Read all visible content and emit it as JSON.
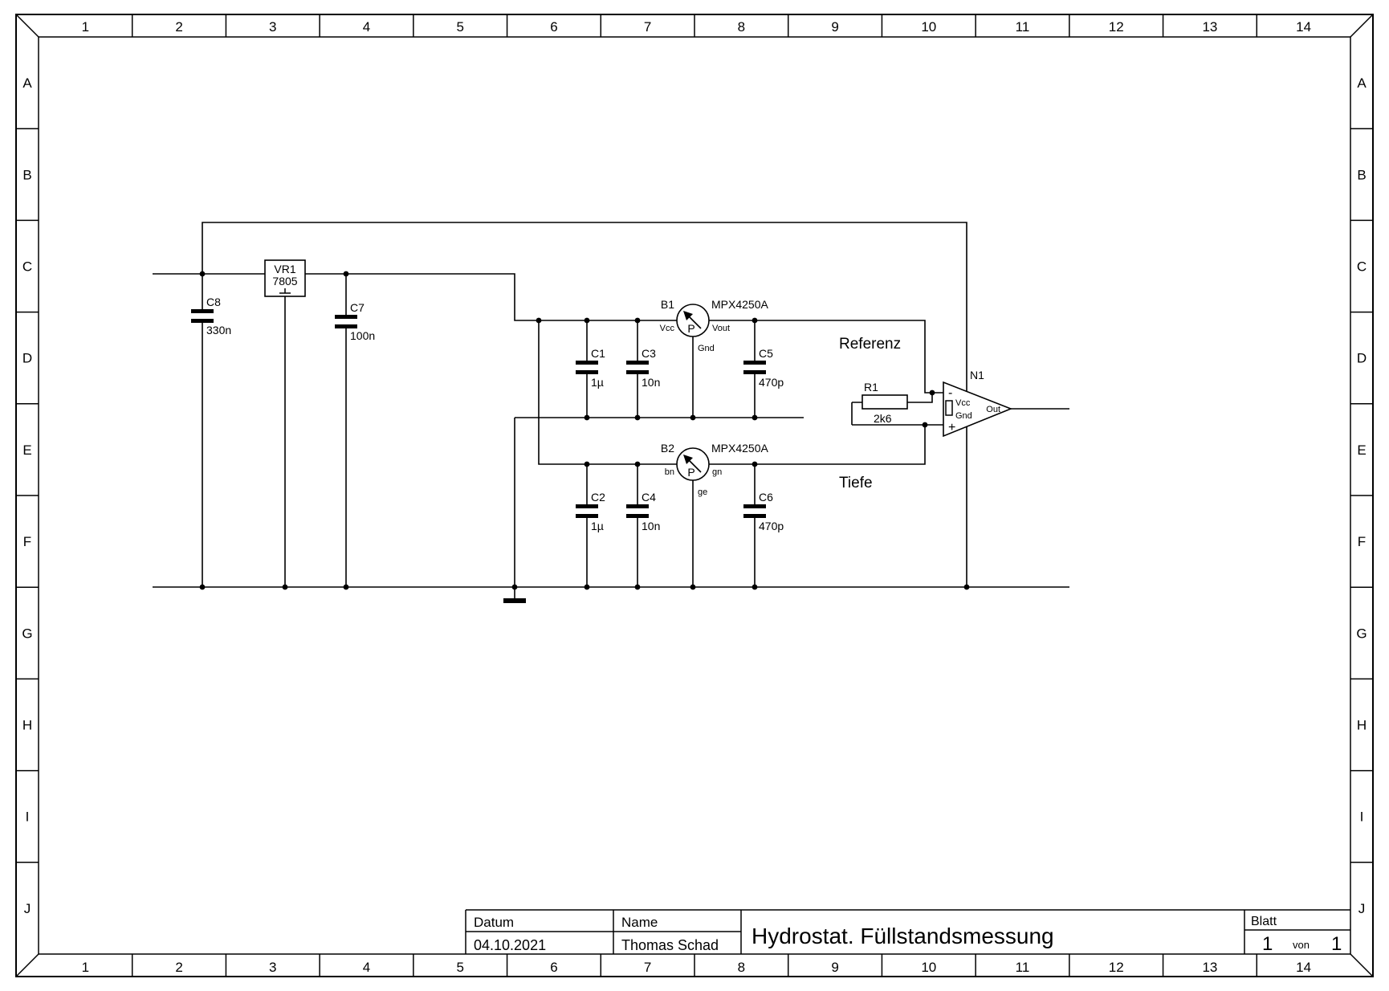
{
  "document": {
    "type": "circuit-schematic"
  },
  "frame": {
    "columns": [
      "1",
      "2",
      "3",
      "4",
      "5",
      "6",
      "7",
      "8",
      "9",
      "10",
      "11",
      "12",
      "13",
      "14"
    ],
    "rows": [
      "A",
      "B",
      "C",
      "D",
      "E",
      "F",
      "G",
      "H",
      "I",
      "J"
    ]
  },
  "title_block": {
    "date_label": "Datum",
    "date_value": "04.10.2021",
    "name_label": "Name",
    "name_value": "Thomas Schad",
    "title": "Hydrostat. Füllstandsmessung",
    "sheet_label": "Blatt",
    "sheet_current": "1",
    "sheet_conjunction": "von",
    "sheet_total": "1"
  },
  "net_labels": {
    "reference": "Referenz",
    "depth": "Tiefe"
  },
  "components": {
    "vr1": {
      "ref": "VR1",
      "value": "7805"
    },
    "c1": {
      "ref": "C1",
      "value": "1µ"
    },
    "c2": {
      "ref": "C2",
      "value": "1µ"
    },
    "c3": {
      "ref": "C3",
      "value": "10n"
    },
    "c4": {
      "ref": "C4",
      "value": "10n"
    },
    "c5": {
      "ref": "C5",
      "value": "470p"
    },
    "c6": {
      "ref": "C6",
      "value": "470p"
    },
    "c7": {
      "ref": "C7",
      "value": "100n"
    },
    "c8": {
      "ref": "C8",
      "value": "330n"
    },
    "r1": {
      "ref": "R1",
      "value": "2k6"
    },
    "b1": {
      "ref": "B1",
      "part": "MPX4250A",
      "symbol_letter": "P",
      "pin_left": "Vcc",
      "pin_right": "Vout",
      "pin_bottom": "Gnd"
    },
    "b2": {
      "ref": "B2",
      "part": "MPX4250A",
      "symbol_letter": "P",
      "pin_left": "bn",
      "pin_right": "gn",
      "pin_bottom": "ge"
    },
    "n1": {
      "ref": "N1",
      "pin_minus": "-",
      "pin_plus": "+",
      "pin_vcc": "Vcc",
      "pin_gnd": "Gnd",
      "pin_out": "Out"
    }
  }
}
